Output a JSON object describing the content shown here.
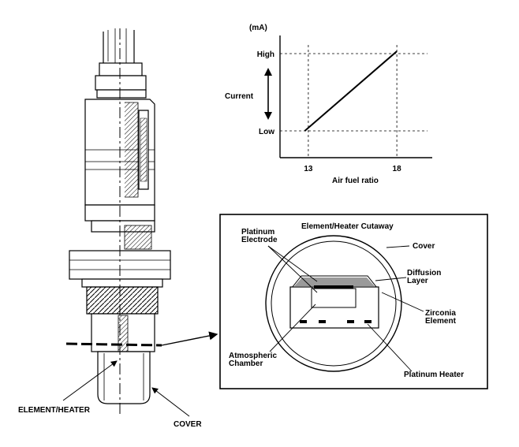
{
  "chart_data": {
    "type": "line",
    "y_unit": "(mA)",
    "ylabel": "Current",
    "y_ticks": [
      "High",
      "Low"
    ],
    "xlabel": "Air fuel ratio",
    "x_ticks": [
      13,
      18
    ],
    "series": [
      {
        "x": [
          12.8,
          18.0
        ],
        "y": [
          0.0,
          1.03
        ]
      }
    ],
    "grid": "dashed reference lines at ticks"
  },
  "sensor": {
    "element_heater_label": "ELEMENT/HEATER",
    "cover_label": "COVER"
  },
  "cutaway": {
    "title": "Element/Heater Cutaway",
    "platinum_electrode": [
      "Platinum",
      "Electrode"
    ],
    "cover": "Cover",
    "diffusion_layer": [
      "Diffusion",
      "Layer"
    ],
    "zirconia_element": [
      "Zirconia",
      "Element"
    ],
    "atmospheric_chamber": [
      "Atmospheric",
      "Chamber"
    ],
    "platinum_heater": "Platinum Heater"
  }
}
